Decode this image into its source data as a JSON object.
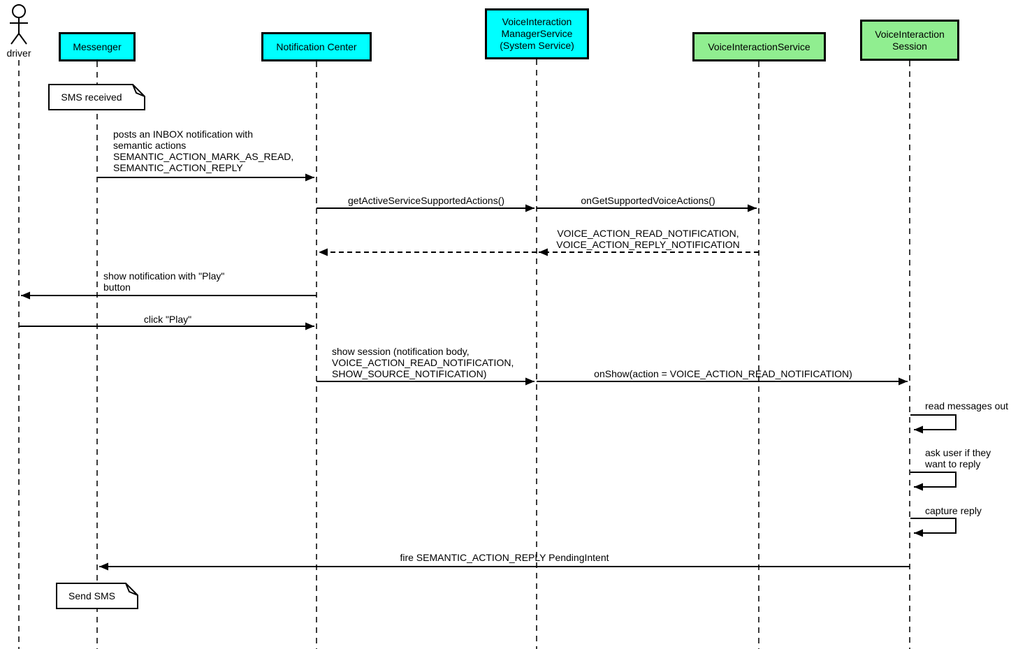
{
  "colors": {
    "participant_system": "#00ffff",
    "participant_voice": "#90ee90",
    "line": "#000000",
    "background": "#ffffff"
  },
  "actor": {
    "label": "driver"
  },
  "participants": [
    {
      "label": "Messenger",
      "color": "#00ffff"
    },
    {
      "label": "Notification Center",
      "color": "#00ffff"
    },
    {
      "label": "VoiceInteraction\nManagerService\n(System Service)",
      "color": "#00ffff"
    },
    {
      "label": "VoiceInteractionService",
      "color": "#90ee90"
    },
    {
      "label": "VoiceInteraction\nSession",
      "color": "#90ee90"
    }
  ],
  "notes": [
    {
      "label": "SMS received"
    },
    {
      "label": "Send SMS"
    }
  ],
  "messages": [
    {
      "label": "posts an INBOX notification with\nsemantic actions\nSEMANTIC_ACTION_MARK_AS_READ,\nSEMANTIC_ACTION_REPLY",
      "from": "Messenger",
      "to": "Notification Center",
      "type": "solid"
    },
    {
      "label": "getActiveServiceSupportedActions()",
      "from": "Notification Center",
      "to": "VoiceInteractionManagerService",
      "type": "solid"
    },
    {
      "label": "onGetSupportedVoiceActions()",
      "from": "VoiceInteractionManagerService",
      "to": "VoiceInteractionService",
      "type": "solid"
    },
    {
      "label": "VOICE_ACTION_READ_NOTIFICATION,\nVOICE_ACTION_REPLY_NOTIFICATION",
      "from": "VoiceInteractionService",
      "to": "VoiceInteractionManagerService",
      "type": "return-dashed"
    },
    {
      "label": "",
      "from": "VoiceInteractionManagerService",
      "to": "Notification Center",
      "type": "return-dashed"
    },
    {
      "label": "show notification with \"Play\"\nbutton",
      "from": "Notification Center",
      "to": "driver",
      "type": "solid"
    },
    {
      "label": "click \"Play\"",
      "from": "driver",
      "to": "Notification Center",
      "type": "solid"
    },
    {
      "label": "show session (notification body,\nVOICE_ACTION_READ_NOTIFICATION,\nSHOW_SOURCE_NOTIFICATION)",
      "from": "Notification Center",
      "to": "VoiceInteractionManagerService",
      "type": "solid"
    },
    {
      "label": "onShow(action = VOICE_ACTION_READ_NOTIFICATION)",
      "from": "VoiceInteractionManagerService",
      "to": "VoiceInteractionSession",
      "type": "solid"
    },
    {
      "label": "read messages out",
      "from": "VoiceInteractionSession",
      "to": "VoiceInteractionSession",
      "type": "self"
    },
    {
      "label": "ask user if they\nwant to reply",
      "from": "VoiceInteractionSession",
      "to": "VoiceInteractionSession",
      "type": "self"
    },
    {
      "label": "capture reply",
      "from": "VoiceInteractionSession",
      "to": "VoiceInteractionSession",
      "type": "self"
    },
    {
      "label": "fire SEMANTIC_ACTION_REPLY PendingIntent",
      "from": "VoiceInteractionSession",
      "to": "Messenger",
      "type": "solid"
    }
  ]
}
